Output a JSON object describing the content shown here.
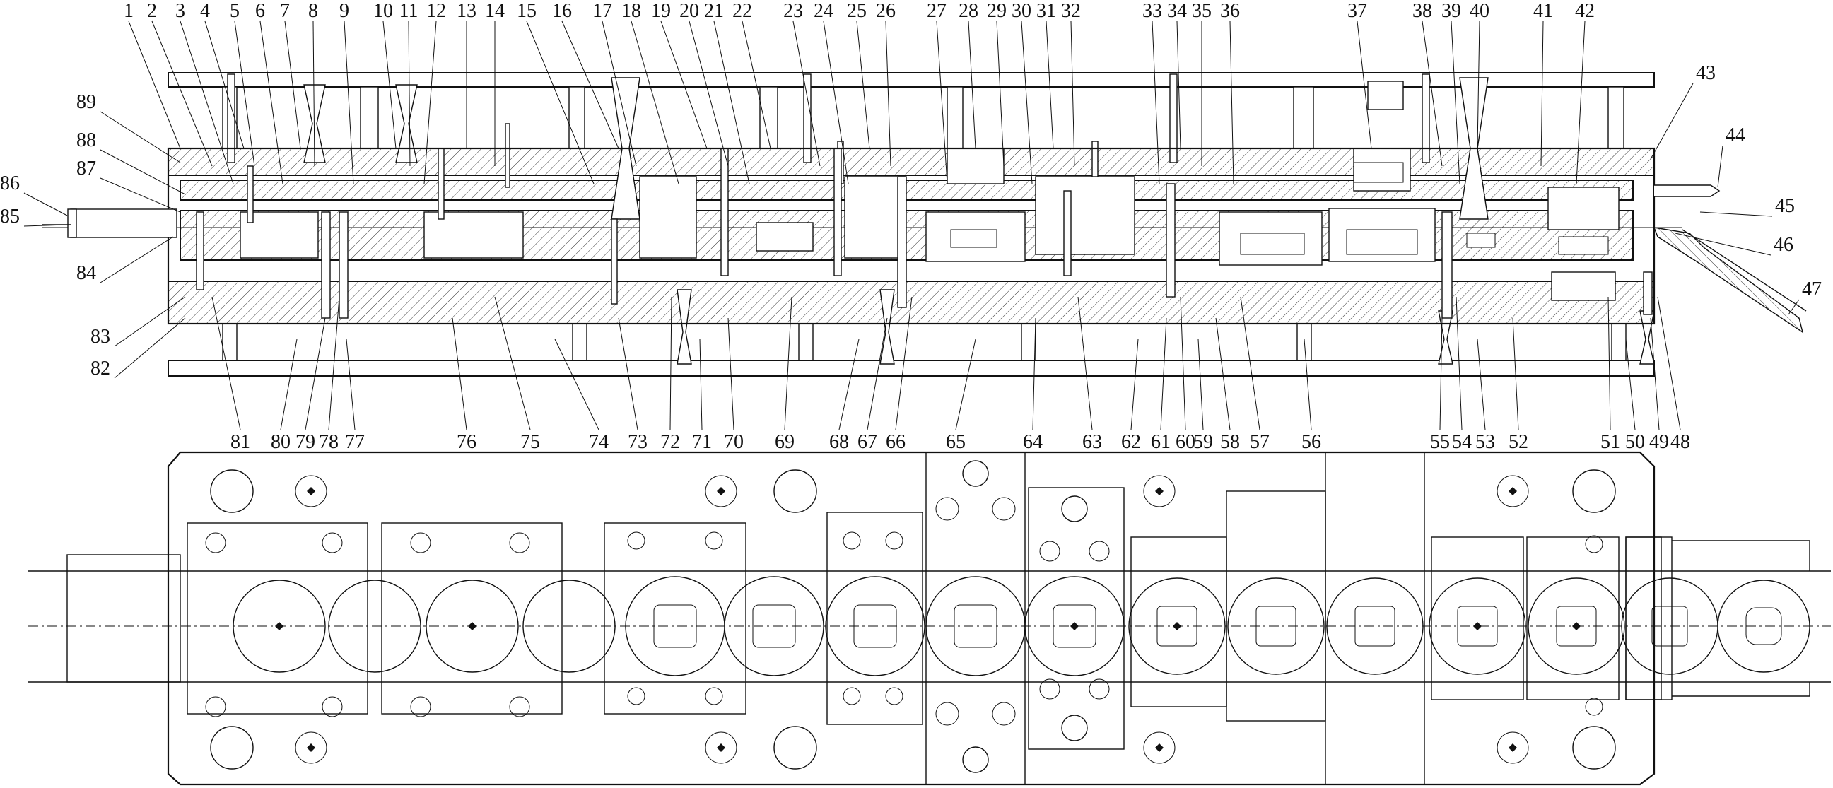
{
  "diagram": {
    "top_labels": [
      "1",
      "2",
      "3",
      "4",
      "5",
      "6",
      "7",
      "8",
      "9",
      "10",
      "11",
      "12",
      "13",
      "14",
      "15",
      "16",
      "17",
      "18",
      "19",
      "20",
      "21",
      "22",
      "23",
      "24",
      "25",
      "26",
      "27",
      "28",
      "29",
      "30",
      "31",
      "32",
      "33",
      "34",
      "35",
      "36",
      "37",
      "38",
      "39",
      "40",
      "41",
      "42"
    ],
    "right_labels": [
      "43",
      "44",
      "45",
      "46",
      "47"
    ],
    "bottom_labels": [
      "48",
      "49",
      "50",
      "51",
      "52",
      "53",
      "54",
      "55",
      "56",
      "57",
      "58",
      "59",
      "60",
      "61",
      "62",
      "63",
      "64",
      "65",
      "66",
      "67",
      "68",
      "69",
      "70",
      "71",
      "72",
      "73",
      "74",
      "75",
      "76",
      "77",
      "78",
      "79",
      "80",
      "81"
    ],
    "left_labels": [
      "82",
      "83",
      "84",
      "85",
      "86",
      "87",
      "88",
      "89"
    ]
  }
}
